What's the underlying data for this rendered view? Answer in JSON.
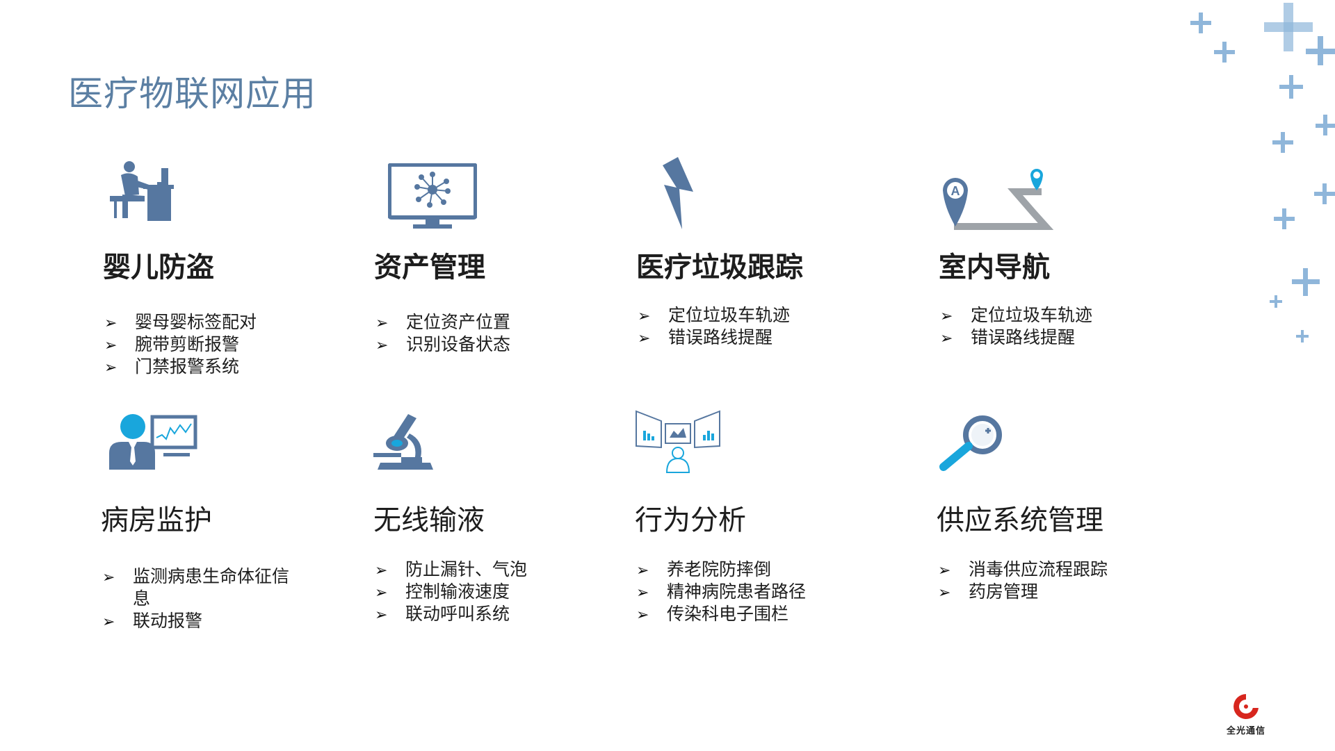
{
  "page": {
    "title": "医疗物联网应用"
  },
  "cards": [
    {
      "icon": "office-worker-icon",
      "title": "婴儿防盗",
      "items": [
        "婴母婴标签配对",
        "腕带剪断报警",
        "门禁报警系统"
      ]
    },
    {
      "icon": "monitor-network-icon",
      "title": "资产管理",
      "items": [
        "定位资产位置",
        "识别设备状态"
      ]
    },
    {
      "icon": "lightning-icon",
      "title": "医疗垃圾跟踪",
      "items": [
        "定位垃圾车轨迹",
        "错误路线提醒"
      ]
    },
    {
      "icon": "route-map-pin-icon",
      "title": "室内导航",
      "items": [
        "定位垃圾车轨迹",
        "错误路线提醒"
      ]
    },
    {
      "icon": "patient-monitor-icon",
      "title": "病房监护",
      "items": [
        "监测病患生命体征信息",
        "联动报警"
      ]
    },
    {
      "icon": "microscope-icon",
      "title": "无线输液",
      "items": [
        "防止漏针、气泡",
        "控制输液速度",
        "联动呼叫系统"
      ]
    },
    {
      "icon": "behavior-analysis-icon",
      "title": "行为分析",
      "items": [
        "养老院防摔倒",
        "精神病院患者路径",
        "传染科电子围栏"
      ]
    },
    {
      "icon": "magnifier-icon",
      "title": "供应系统管理",
      "items": [
        "消毒供应流程跟踪",
        "药房管理"
      ]
    }
  ],
  "arrow_glyph": "➢",
  "logo": {
    "text": "全光通信",
    "icon": "swirl-logo-icon"
  },
  "colors": {
    "title": "#5b7fa3",
    "icon_steel": "#5677a0",
    "icon_cyan": "#19a6dc",
    "deco_plus": "#8fb6da"
  }
}
